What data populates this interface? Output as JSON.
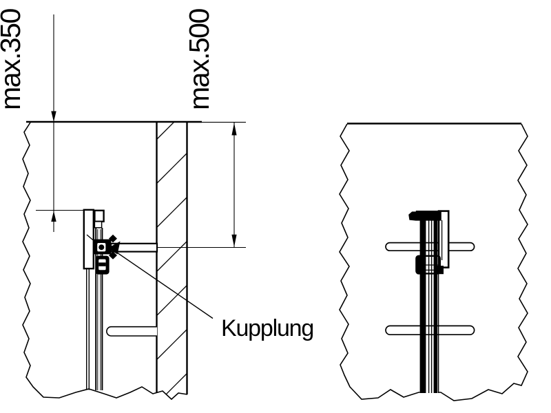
{
  "page": {
    "background": "#ffffff",
    "line_color": "#000000"
  },
  "labels": {
    "dim_350": "max.350",
    "dim_500": "max.500",
    "coupling": "Kupplung"
  }
}
